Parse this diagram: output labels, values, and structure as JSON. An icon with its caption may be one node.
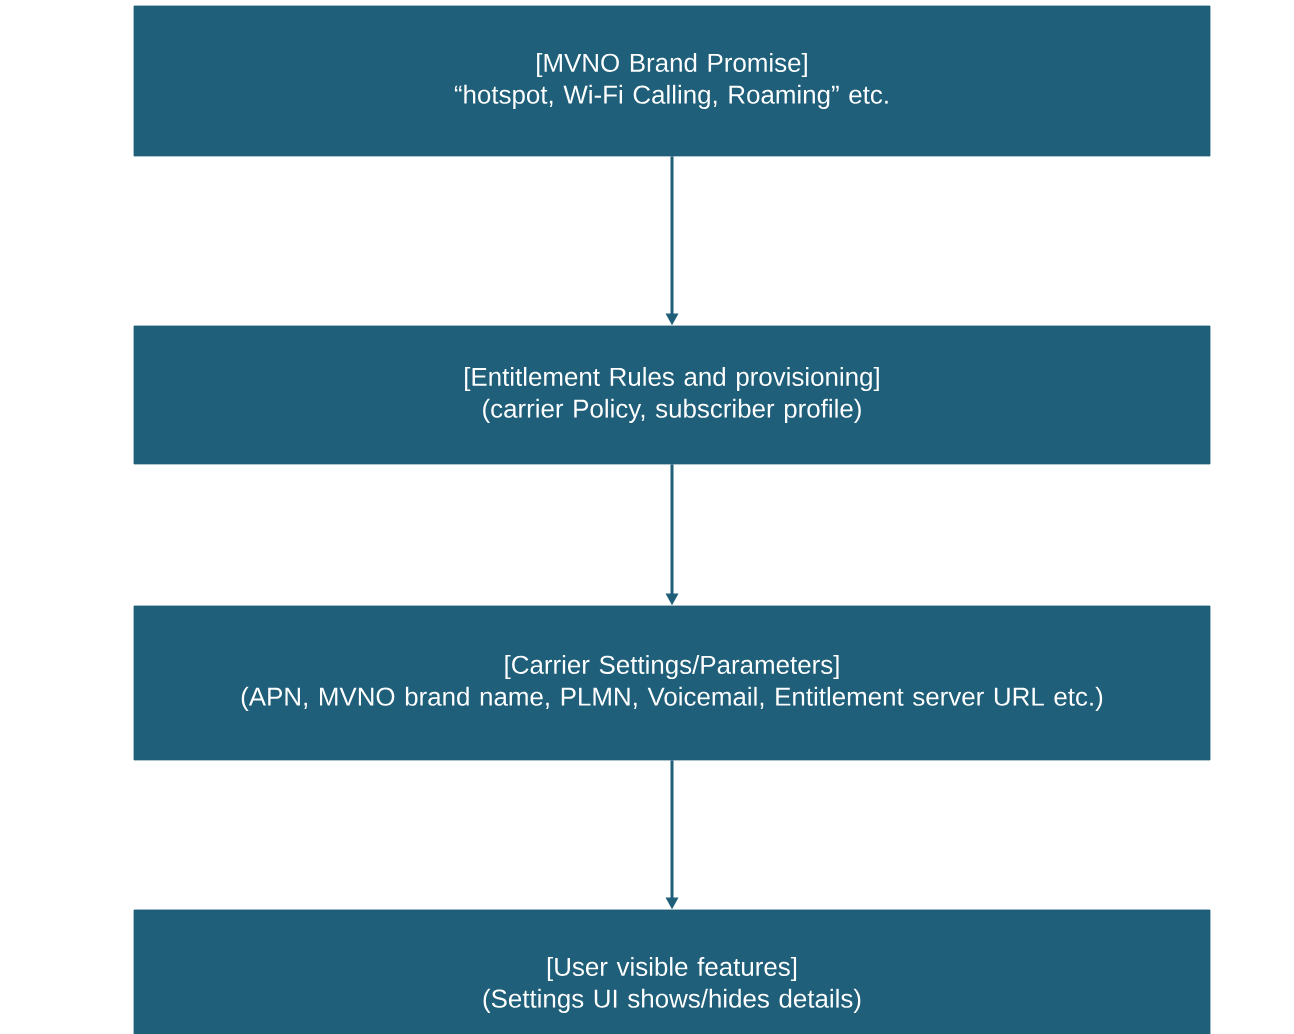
{
  "diagram": {
    "nodes": [
      {
        "text": [
          "[MVNO Brand Promise]",
          "“hotspot, Wi-Fi Calling, Roaming” etc."
        ]
      },
      {
        "text": [
          "[Entitlement Rules and provisioning]",
          "(carrier Policy, subscriber profile)"
        ]
      },
      {
        "text": [
          "[Carrier Settings/Parameters]",
          "(APN, MVNO brand name, PLMN, Voicemail, Entitlement server URL etc.)"
        ]
      },
      {
        "text": [
          "[User visible features]",
          "(Settings UI shows/hides details)"
        ]
      }
    ],
    "edges": [
      {
        "from": 0,
        "to": 1,
        "arrow": "to"
      },
      {
        "from": 1,
        "to": 2,
        "arrow": "to"
      },
      {
        "from": 2,
        "to": 3,
        "arrow": "to"
      }
    ]
  }
}
